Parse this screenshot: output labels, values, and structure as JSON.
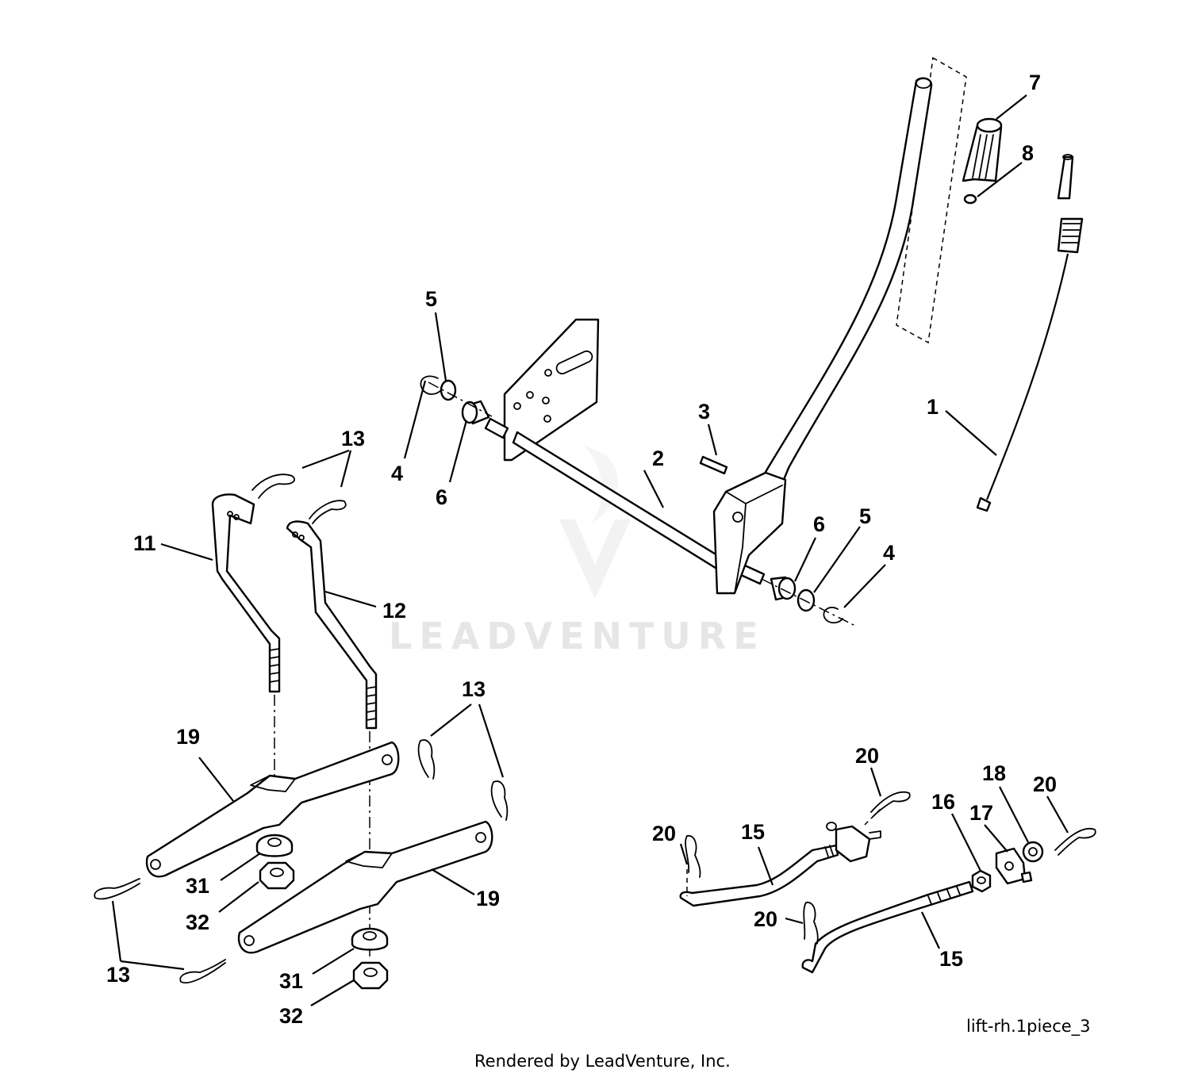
{
  "callouts": {
    "c1": "1",
    "c2": "2",
    "c3": "3",
    "c4a": "4",
    "c4b": "4",
    "c5a": "5",
    "c5b": "5",
    "c6a": "6",
    "c6b": "6",
    "c7": "7",
    "c8": "8",
    "c11": "11",
    "c12": "12",
    "c13a": "13",
    "c13b": "13",
    "c13c": "13",
    "c15a": "15",
    "c15b": "15",
    "c16": "16",
    "c17": "17",
    "c18": "18",
    "c19a": "19",
    "c19b": "19",
    "c20a": "20",
    "c20b": "20",
    "c20c": "20",
    "c20d": "20",
    "c31a": "31",
    "c31b": "31",
    "c32a": "32",
    "c32b": "32"
  },
  "drawing_reference": "lift-rh.1piece_3",
  "credit": "Rendered by LeadVenture, Inc.",
  "watermark": "LEADVENTURE"
}
